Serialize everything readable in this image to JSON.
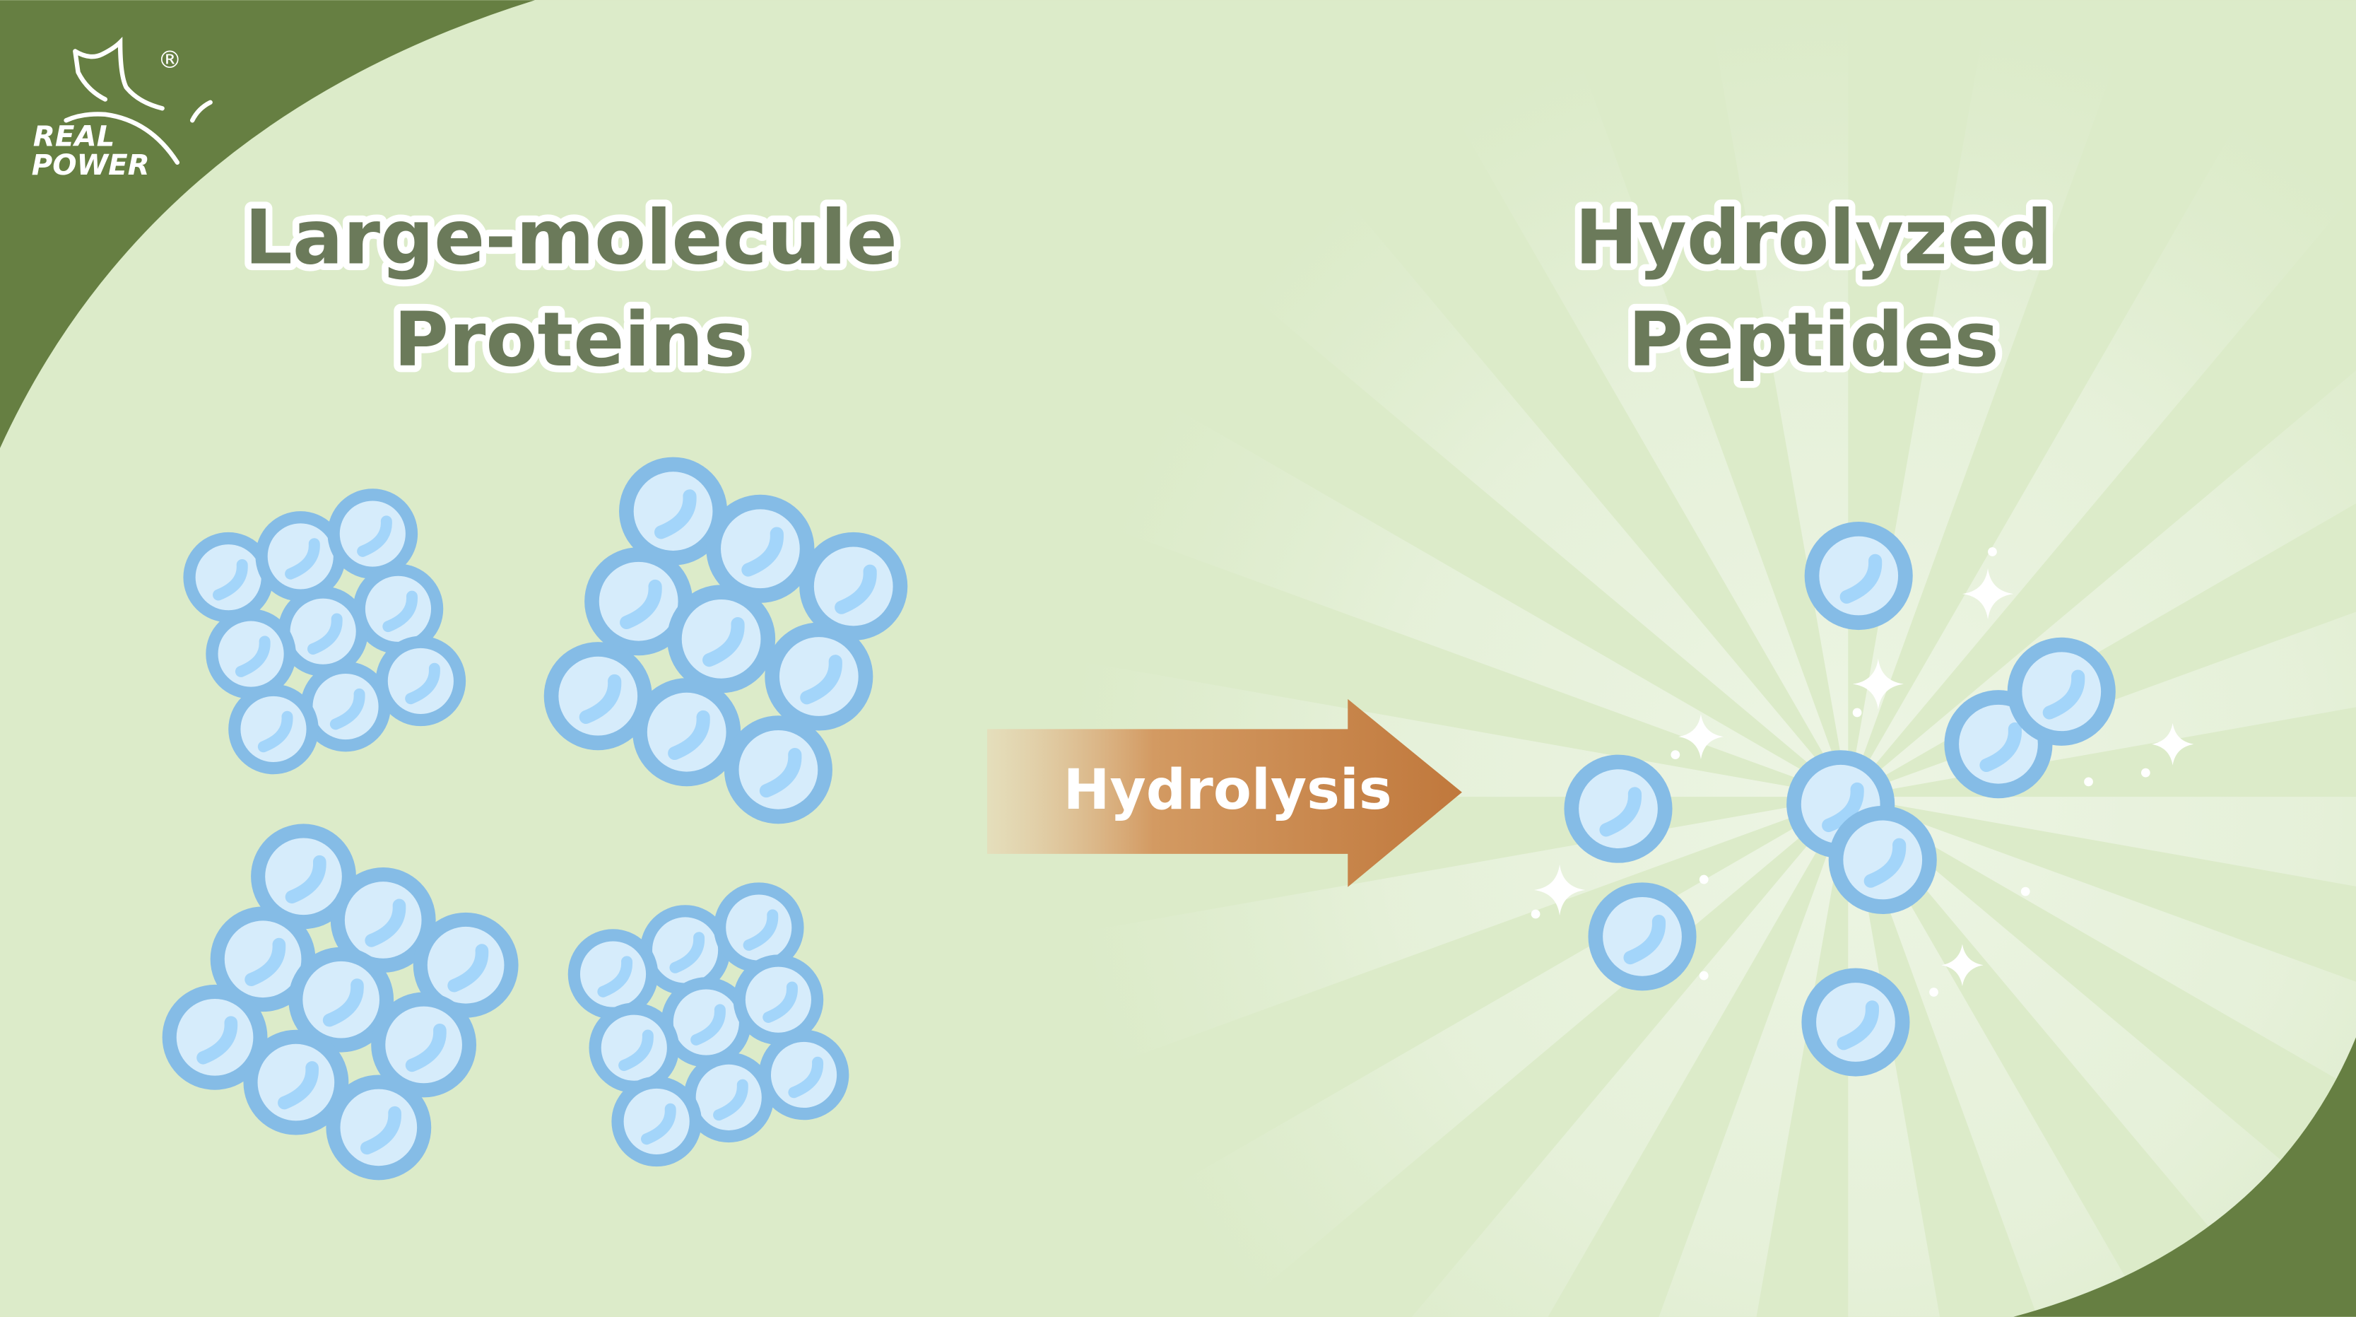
{
  "brand": {
    "name_line1": "REAL",
    "name_line2": "POWER",
    "registered_mark": "®"
  },
  "left_title": {
    "line1": "Large-molecule",
    "line2": "Proteins"
  },
  "right_title": {
    "line1": "Hydrolyzed",
    "line2": "Peptides"
  },
  "process": {
    "label": "Hydrolysis"
  },
  "colors": {
    "background": "#dcebc9",
    "corner_green": "#667f42",
    "title_text": "#6b7a5a",
    "bubble_ring": "#85bce6",
    "bubble_fill": "#d6ecfb",
    "bubble_highlight": "#a3d5fa",
    "arrow_start": "#ead6b3",
    "arrow_end": "#c0783c"
  }
}
